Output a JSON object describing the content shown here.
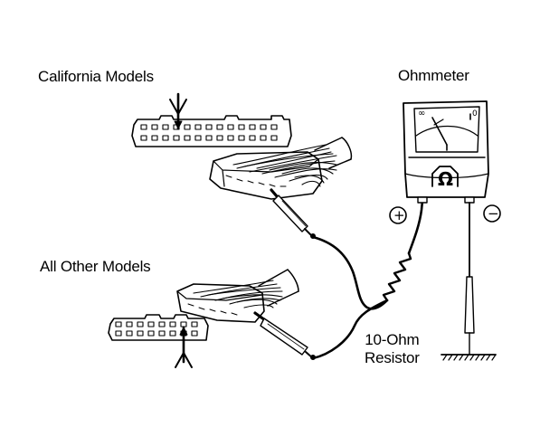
{
  "labels": {
    "california_models": "California Models",
    "all_other_models": "All Other Models",
    "ohmmeter": "Ohmmeter",
    "resistor_line1": "10-Ohm",
    "resistor_line2": "Resistor"
  },
  "meter": {
    "scale_left": "∞",
    "scale_right": "0",
    "ohm_symbol": "Ω",
    "positive_terminal": "+",
    "negative_terminal": "−"
  },
  "colors": {
    "ink": "#000000",
    "paper": "#ffffff"
  }
}
